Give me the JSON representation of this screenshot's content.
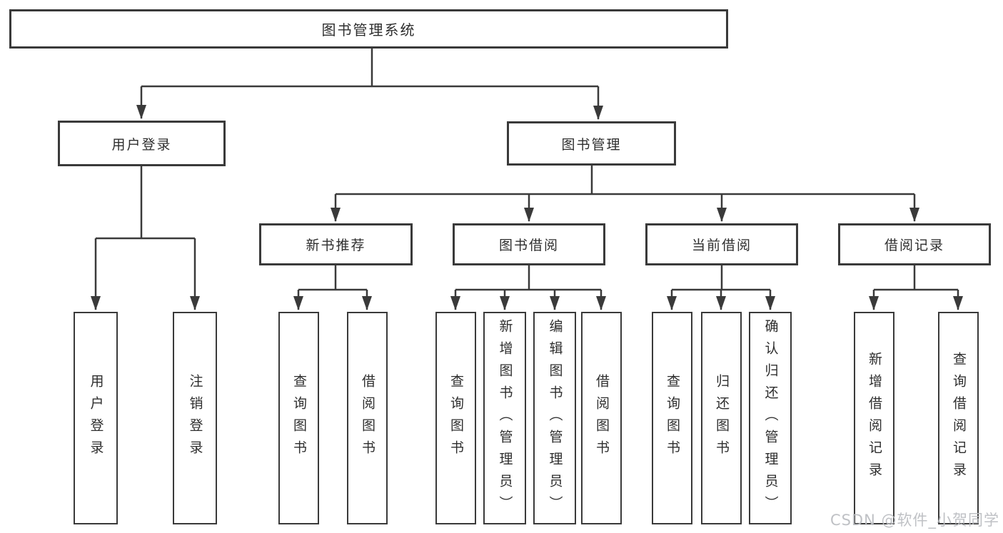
{
  "colors": {
    "line": "#3a3a3a",
    "text": "#2e2e2e",
    "watermark": "#bcbec2"
  },
  "watermark": {
    "text": "CSDN @软件_小贺同学"
  },
  "diagram": {
    "type": "tree",
    "title": "图书管理系统",
    "branches": [
      {
        "label": "用户登录",
        "children": [
          "用户登录",
          "注销登录"
        ]
      },
      {
        "label": "图书管理",
        "groups": [
          {
            "label": "新书推荐",
            "children": [
              "查询图书",
              "借阅图书"
            ]
          },
          {
            "label": "图书借阅",
            "children": [
              "查询图书",
              "新增图书（管理员）",
              "编辑图书（管理员）",
              "借阅图书"
            ]
          },
          {
            "label": "当前借阅",
            "children": [
              "查询图书",
              "归还图书",
              "确认归还（管理员）"
            ]
          },
          {
            "label": "借阅记录",
            "children": [
              "新增借阅记录",
              "查询借阅记录"
            ]
          }
        ]
      }
    ]
  }
}
